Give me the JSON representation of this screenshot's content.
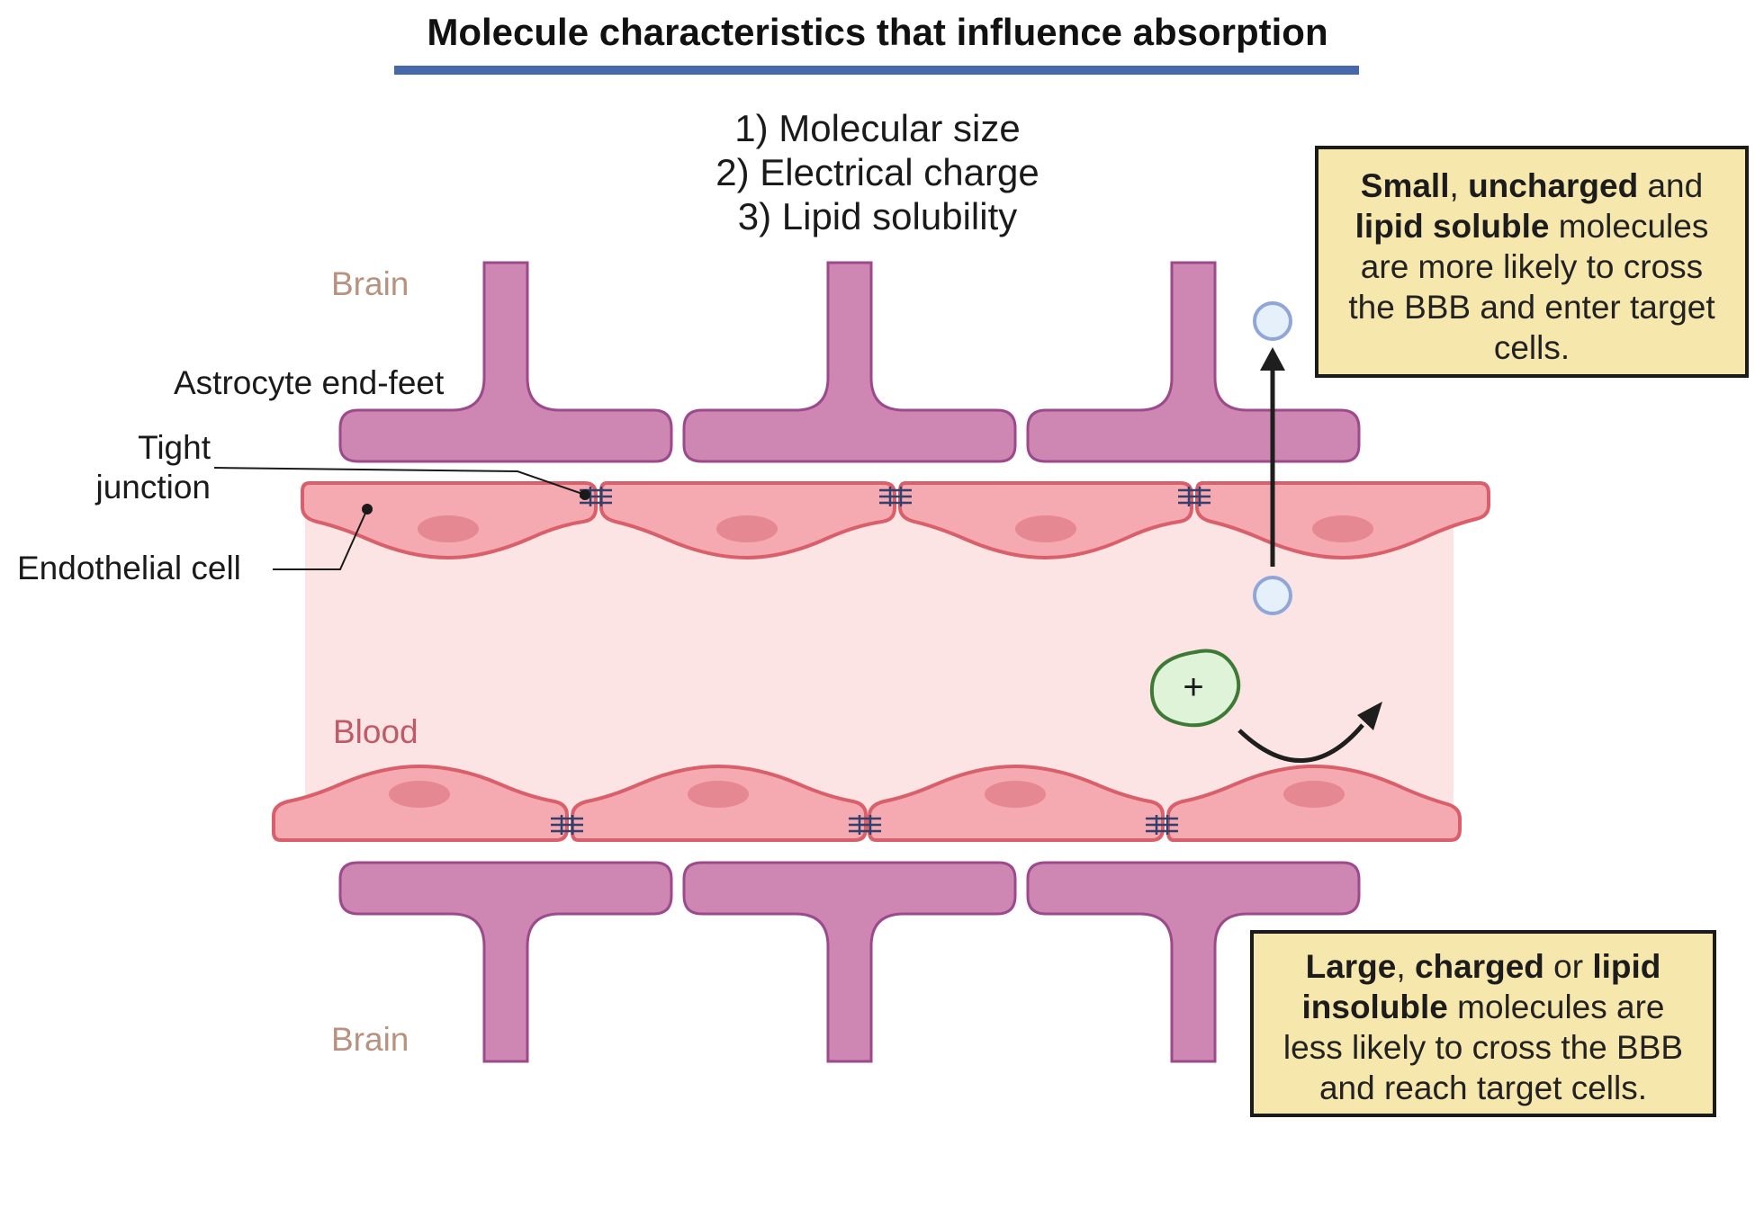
{
  "title": "Molecule characteristics that influence absorption",
  "factors": [
    "1) Molecular size",
    "2) Electrical charge",
    "3) Lipid solubility"
  ],
  "labels": {
    "brain_top": "Brain",
    "brain_bottom": "Brain",
    "blood": "Blood",
    "astrocyte": "Astrocyte end-feet",
    "tight_junction_1": "Tight",
    "tight_junction_2": "junction",
    "endothelial": "Endothelial cell"
  },
  "charged_symbol": "+",
  "callout_small": {
    "w1": "Small",
    "p1": ", ",
    "w2": "uncharged",
    "p2": " and ",
    "w3": "lipid soluble",
    "p3": " molecules are more likely to cross the BBB and enter target cells."
  },
  "callout_large": {
    "w1": "Large",
    "p1": ", ",
    "w2": "charged",
    "p2": " or ",
    "w3": "lipid insoluble",
    "p3": " molecules are less likely to cross the BBB and reach target cells."
  },
  "colors": {
    "title_rule": "#4569ab",
    "astrocyte_fill": "#cd87b2",
    "astrocyte_stroke": "#9c4a8c",
    "endothelial_fill": "#f5a9b0",
    "endothelial_stroke": "#d9606b",
    "nucleus": "#e68892",
    "blood_lumen": "#fde4e4",
    "junction": "#33406e",
    "small_molecule_fill": "#e6f0fa",
    "small_molecule_stroke": "#8fa6d6",
    "charged_fill": "#dff3d9",
    "charged_stroke": "#3e7a36",
    "callout_fill": "#f6e7ad"
  }
}
